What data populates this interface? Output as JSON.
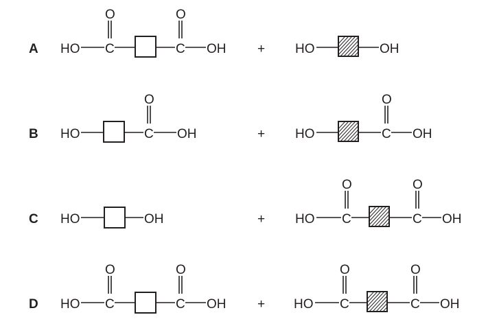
{
  "question": {
    "type": "multiple-choice reactant pairs",
    "legend": {
      "open_box": "unit (white square)",
      "hatched_box": "unit (hatched square)"
    },
    "options": [
      {
        "label": "A",
        "left": {
          "description": "dicarboxylic acid with white-square unit",
          "atoms": [
            "O",
            "O",
            "HO",
            "C",
            "C",
            "OH"
          ]
        },
        "operator": "+",
        "right": {
          "description": "diol with hatched-square unit",
          "atoms": [
            "HO",
            "OH"
          ]
        }
      },
      {
        "label": "B",
        "left": {
          "description": "hydroxy acid with white-square unit",
          "atoms": [
            "O",
            "HO",
            "C",
            "OH"
          ]
        },
        "operator": "+",
        "right": {
          "description": "hydroxy acid with hatched-square unit",
          "atoms": [
            "O",
            "HO",
            "C",
            "OH"
          ]
        }
      },
      {
        "label": "C",
        "left": {
          "description": "diol with white-square unit",
          "atoms": [
            "HO",
            "OH"
          ]
        },
        "operator": "+",
        "right": {
          "description": "dicarboxylic acid with hatched-square unit",
          "atoms": [
            "O",
            "O",
            "HO",
            "C",
            "C",
            "OH"
          ]
        }
      },
      {
        "label": "D",
        "left": {
          "description": "dicarboxylic acid with white-square unit",
          "atoms": [
            "O",
            "O",
            "HO",
            "C",
            "C",
            "OH"
          ]
        },
        "operator": "+",
        "right": {
          "description": "dicarboxylic acid with hatched-square unit",
          "atoms": [
            "O",
            "O",
            "HO",
            "C",
            "C",
            "OH"
          ]
        }
      }
    ]
  },
  "colors": {
    "ink": "#231f20",
    "background": "#ffffff"
  }
}
